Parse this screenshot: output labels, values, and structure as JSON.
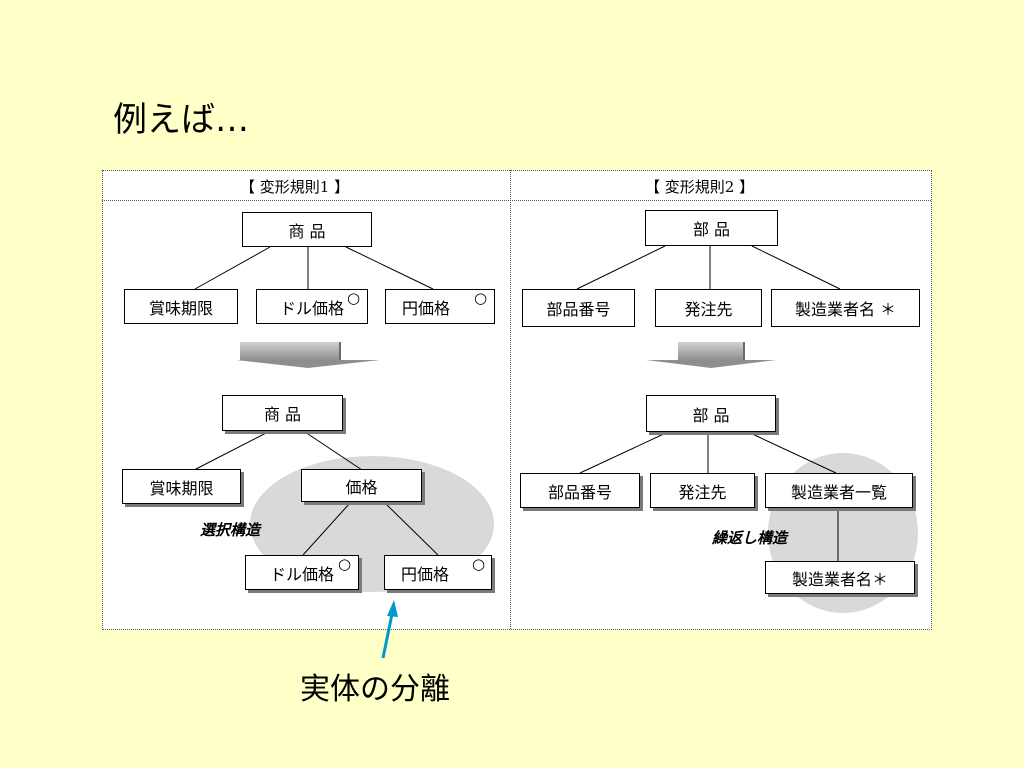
{
  "title": "例えば…",
  "columns": [
    {
      "heading": "【 変形規則1 】"
    },
    {
      "heading": "【 変形規則2 】"
    }
  ],
  "rule1": {
    "before": {
      "root": "商 品",
      "children": [
        "賞味期限",
        "ドル価格",
        "円価格"
      ],
      "optional_mark": "○"
    },
    "after": {
      "root": "商 品",
      "children": [
        "賞味期限",
        "価格"
      ],
      "grandchildren": [
        "ドル価格",
        "円価格"
      ],
      "optional_mark": "○",
      "structure_label": "選択構造"
    }
  },
  "rule2": {
    "before": {
      "root": "部 品",
      "children": [
        "部品番号",
        "発注先",
        "製造業者名 ＊"
      ]
    },
    "after": {
      "root": "部 品",
      "children": [
        "部品番号",
        "発注先",
        "製造業者一覧"
      ],
      "grandchildren": [
        "製造業者名＊"
      ],
      "structure_label": "繰返し構造"
    }
  },
  "caption": "実体の分離",
  "colors": {
    "background": "#ffffc8",
    "grouping_ellipse": "#d9d9d9",
    "arrow": "#0099cc",
    "transform_arrow": "#b0b0b0"
  }
}
